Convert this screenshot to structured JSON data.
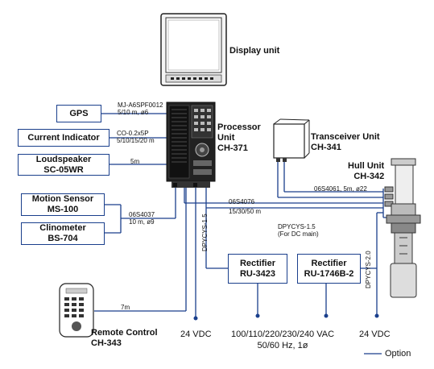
{
  "units": {
    "display": "Display unit",
    "processor": [
      "Processor",
      "Unit",
      "CH-371"
    ],
    "transceiver": [
      "Transceiver Unit",
      "CH-341"
    ],
    "hull": [
      "Hull Unit",
      "CH-342"
    ],
    "remote": [
      "Remote Control",
      "CH-343"
    ]
  },
  "boxes": {
    "gps": [
      "GPS"
    ],
    "current": [
      "Current Indicator"
    ],
    "loudspeaker": [
      "Loudspeaker",
      "SC-05WR"
    ],
    "motion": [
      "Motion Sensor",
      "MS-100"
    ],
    "clinometer": [
      "Clinometer",
      "BS-704"
    ],
    "rect1": [
      "Rectifier",
      "RU-3423"
    ],
    "rect2": [
      "Rectifier",
      "RU-1746B-2"
    ]
  },
  "cables": {
    "gps": [
      "MJ-A6SPF0012",
      "5/10 m, ø6"
    ],
    "current": [
      "CO-0.2x5P",
      "5/10/15/20 m"
    ],
    "loudspeaker": "5m",
    "motion": [
      "06S4037",
      "10 m, ø9"
    ],
    "hull_main": [
      "06S4076",
      "15/30/50 m"
    ],
    "tx_hull": "06S4061, 5m, ø22",
    "dc_main": [
      "DPYCYS-1.5",
      "(For DC main)"
    ],
    "proc_power": "DPYCYS-1.5",
    "hull_power": "DPYCYS-2.0",
    "remote": "7m"
  },
  "power": {
    "dc1": "24 VDC",
    "ac": [
      "100/110/220/230/240 VAC",
      "50/60 Hz, 1ø"
    ],
    "dc2": "24 VDC"
  },
  "legend": "Option"
}
